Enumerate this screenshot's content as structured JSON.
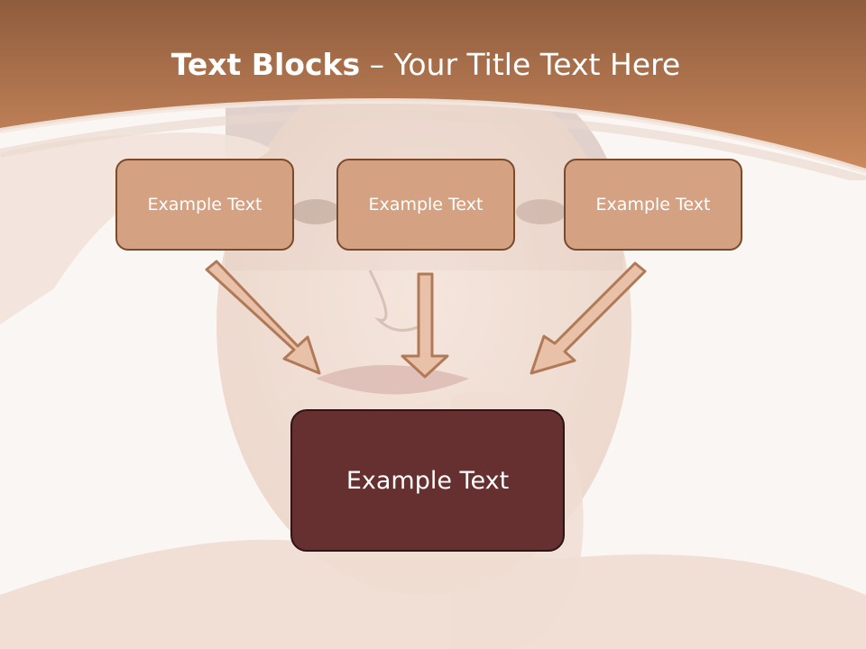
{
  "title": {
    "bold": "Text Blocks",
    "dash": "–",
    "rest": "Your Title Text Here"
  },
  "blocks": {
    "top": [
      {
        "label": "Example Text"
      },
      {
        "label": "Example Text"
      },
      {
        "label": "Example Text"
      }
    ],
    "bottom": {
      "label": "Example Text"
    }
  },
  "colors": {
    "header": "#c8865c",
    "top_box_fill": "#d4a283",
    "top_box_border": "#7a4a2b",
    "bottom_box_fill": "#662f30",
    "arrow_fill": "#e8c1a8",
    "arrow_stroke": "#b07a58"
  }
}
